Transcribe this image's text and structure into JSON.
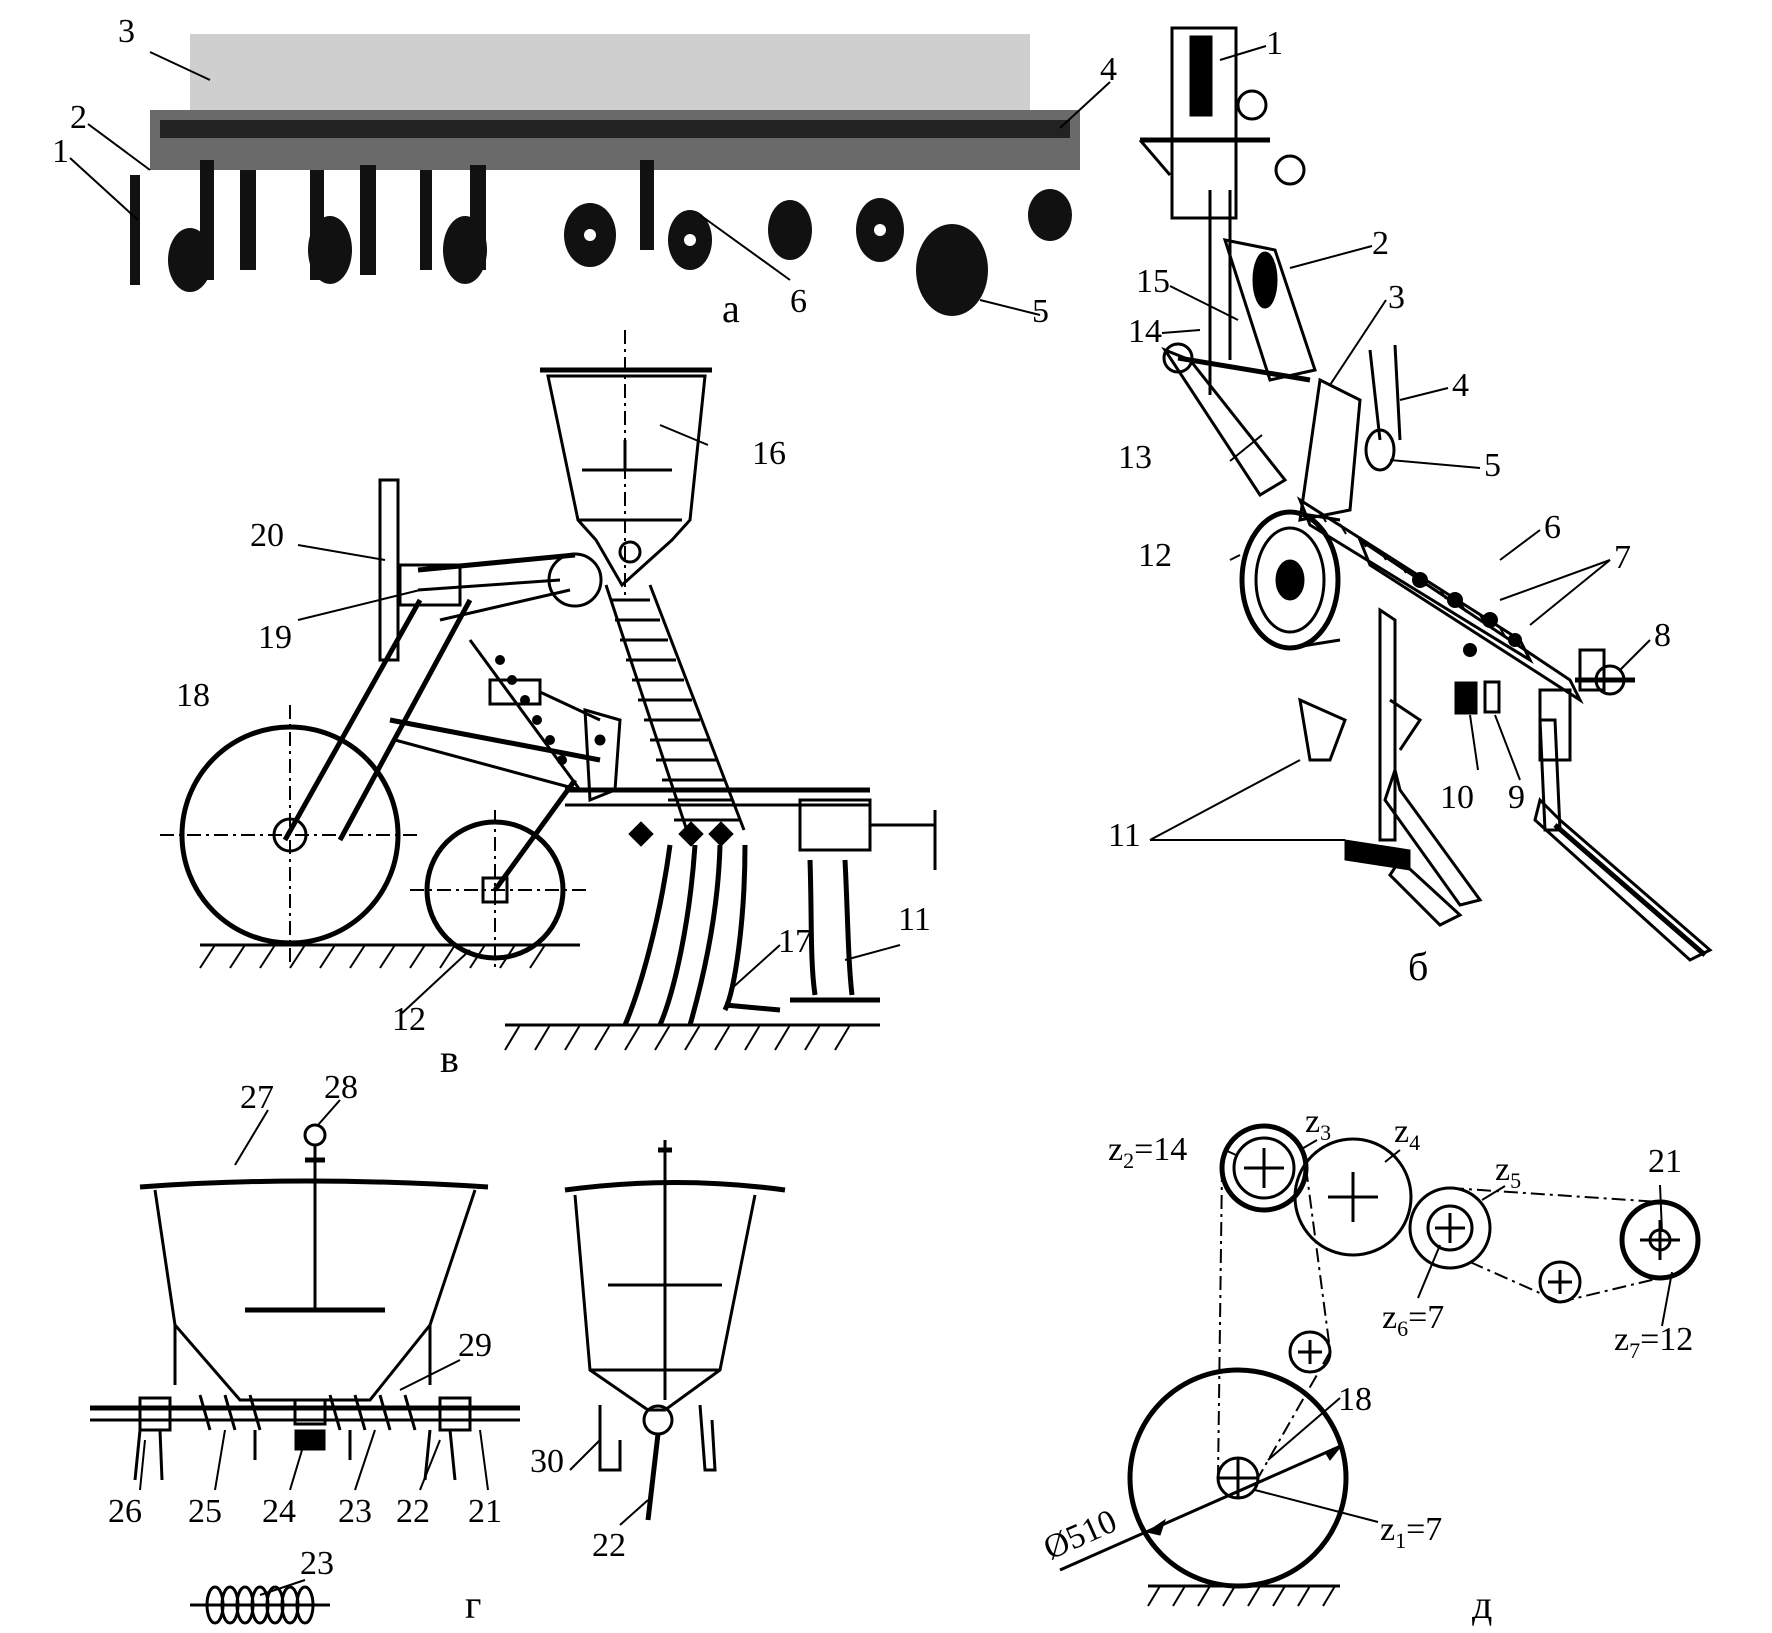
{
  "panels": {
    "a": {
      "letter": "а",
      "labels": [
        "1",
        "2",
        "3",
        "4",
        "5",
        "6"
      ]
    },
    "b": {
      "letter": "б",
      "labels": [
        "1",
        "2",
        "3",
        "4",
        "5",
        "6",
        "7",
        "8",
        "9",
        "10",
        "11",
        "12",
        "13",
        "14",
        "15"
      ]
    },
    "v": {
      "letter": "в",
      "labels": [
        "11",
        "12",
        "16",
        "17",
        "18",
        "19",
        "20"
      ]
    },
    "g": {
      "letter": "г",
      "labels": [
        "21",
        "22",
        "23",
        "24",
        "25",
        "26",
        "27",
        "28",
        "29",
        "30",
        "22",
        "23"
      ]
    },
    "d": {
      "letter": "д",
      "gears": [
        {
          "base": "z",
          "sub": "2",
          "suffix": "=14"
        },
        {
          "base": "z",
          "sub": "3",
          "suffix": ""
        },
        {
          "base": "z",
          "sub": "4",
          "suffix": ""
        },
        {
          "base": "z",
          "sub": "5",
          "suffix": ""
        },
        {
          "base": "z",
          "sub": "6",
          "suffix": "=7"
        },
        {
          "base": "z",
          "sub": "7",
          "suffix": "=12"
        },
        {
          "base": "z",
          "sub": "1",
          "suffix": "=7"
        }
      ],
      "labels": [
        "21",
        "18"
      ],
      "diameter": "Ø510"
    }
  }
}
